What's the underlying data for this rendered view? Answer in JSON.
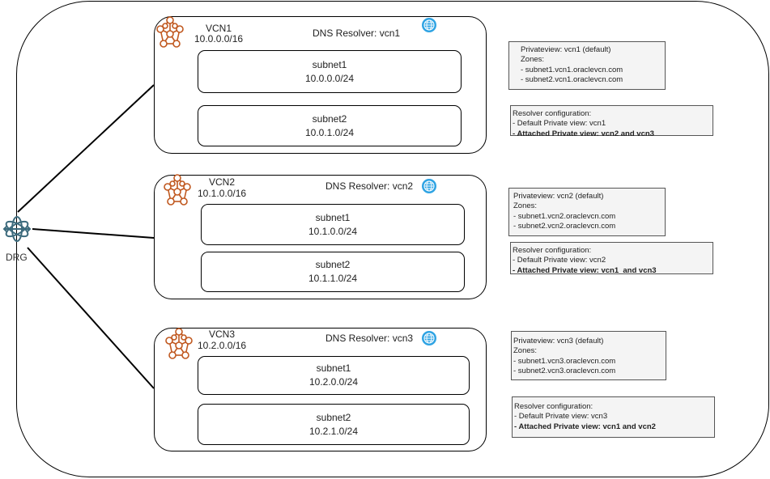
{
  "drg": {
    "label": "DRG",
    "icon": "drg-atom-icon",
    "color": "#3d6b7d"
  },
  "vcns": [
    {
      "name": "VCN1",
      "cidr": "10.0.0.0/16",
      "resolver": "DNS Resolver: vcn1",
      "subnets": [
        {
          "name": "subnet1",
          "cidr": "10.0.0.0/24"
        },
        {
          "name": "subnet2",
          "cidr": "10.0.1.0/24"
        }
      ],
      "privateview": {
        "title": "Privateview: vcn1 (default)",
        "zones_label": "Zones:",
        "zones": [
          "- subnet1.vcn1.oraclevcn.com",
          "- subnet2.vcn1.oraclevcn.com"
        ]
      },
      "resolver_config": {
        "title": "Resolver configuration:",
        "default": "- Default Private view: vcn1",
        "attached": "- Attached Private view: vcn2 and vcn3"
      }
    },
    {
      "name": "VCN2",
      "cidr": "10.1.0.0/16",
      "resolver": "DNS Resolver: vcn2",
      "subnets": [
        {
          "name": "subnet1",
          "cidr": "10.1.0.0/24"
        },
        {
          "name": "subnet2",
          "cidr": "10.1.1.0/24"
        }
      ],
      "privateview": {
        "title": "Privateview: vcn2 (default)",
        "zones_label": "Zones:",
        "zones": [
          "- subnet1.vcn2.oraclevcn.com",
          "- subnet2.vcn2.oraclevcn.com"
        ]
      },
      "resolver_config": {
        "title": "Resolver configuration:",
        "default": "- Default Private view: vcn2",
        "attached": "- Attached Private view: vcn1  and vcn3"
      }
    },
    {
      "name": "VCN3",
      "cidr": "10.2.0.0/16",
      "resolver": "DNS Resolver: vcn3",
      "subnets": [
        {
          "name": "subnet1",
          "cidr": "10.2.0.0/24"
        },
        {
          "name": "subnet2",
          "cidr": "10.2.1.0/24"
        }
      ],
      "privateview": {
        "title": "Privateview: vcn3 (default)",
        "zones_label": "Zones:",
        "zones": [
          "- subnet1.vcn3.oraclevcn.com",
          "- subnet2.vcn3.oraclevcn.com"
        ]
      },
      "resolver_config": {
        "title": "Resolver configuration:",
        "default": "- Default Private view: vcn3",
        "attached": "- Attached Private view: vcn1 and vcn2"
      }
    }
  ],
  "colors": {
    "vcn_icon": "#c0581f",
    "dns_icon": "#2ea3e3",
    "drg_icon": "#3d6b7d",
    "info_bg": "#f4f4f4"
  }
}
